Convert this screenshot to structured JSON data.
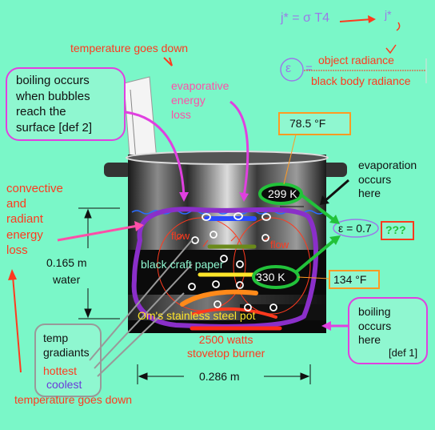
{
  "equation": {
    "stefan": "j* = σ T4",
    "j_star": "j*",
    "epsilon": "ε",
    "equals": "=",
    "numerator": "object radiance",
    "denominator": "black body radiance"
  },
  "labels": {
    "temp_down_top": "temperature goes down",
    "evaporative": [
      "evaporative",
      "energy",
      "loss"
    ],
    "boiling_top": [
      "boiling occurs",
      "when bubbles",
      "reach the",
      "surface [def 2]"
    ],
    "convective": [
      "convective",
      "and",
      "radiant",
      "energy",
      "loss"
    ],
    "height_value": "0.165 m",
    "height_label": "water",
    "temp_f_top": "78.5 °F",
    "temp_k_top": "299 K",
    "temp_k_bottom": "330 K",
    "temp_f_bottom": "134 °F",
    "evaporation": [
      "evaporation",
      "occurs",
      "here"
    ],
    "emissivity": "ε = 0.7",
    "unknown": "???",
    "flow_left": "flow",
    "flow_right": "flow",
    "black_paper": "black craft paper",
    "pot_label": "Om's stainless steel pot",
    "burner": [
      "2500 watts",
      "stovetop burner"
    ],
    "width_value": "0.286 m",
    "temp_gradients": [
      "temp",
      "gradiants"
    ],
    "hottest": "hottest",
    "coolest": "coolest",
    "boiling_bottom": [
      "boiling",
      "occurs",
      "here",
      "[def 1]"
    ],
    "temp_down_bottom": "temperature goes down"
  },
  "colors": {
    "bg": "#7af7c8",
    "red": "#ff3a1e",
    "pink": "#ff4fa8",
    "purple": "#8a2fc9",
    "green": "#22c23a",
    "orange": "#ff9a22"
  }
}
